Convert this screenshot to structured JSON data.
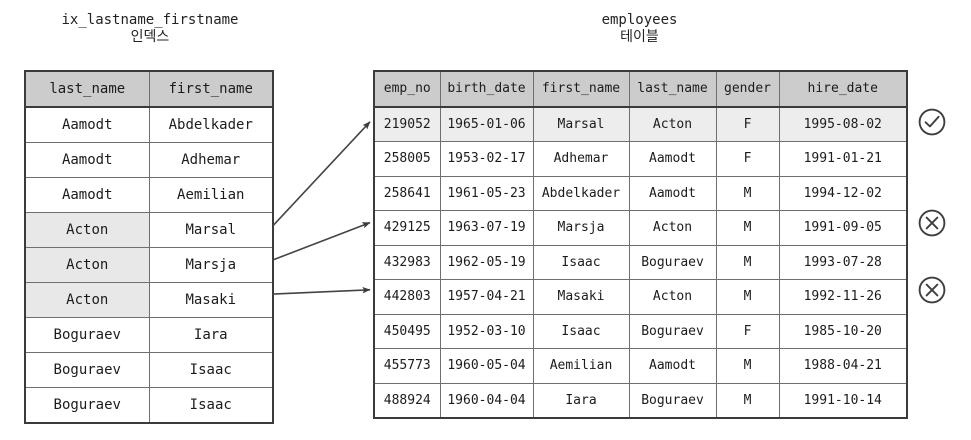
{
  "index_panel": {
    "caption_line1": "ix_lastname_firstname",
    "caption_line2": "인덱스",
    "columns": [
      "last_name",
      "first_name"
    ],
    "rows": [
      {
        "last_name": "Aamodt",
        "first_name": "Abdelkader",
        "highlight": false
      },
      {
        "last_name": "Aamodt",
        "first_name": "Adhemar",
        "highlight": false
      },
      {
        "last_name": "Aamodt",
        "first_name": "Aemilian",
        "highlight": false
      },
      {
        "last_name": "Acton",
        "first_name": "Marsal",
        "highlight": true
      },
      {
        "last_name": "Acton",
        "first_name": "Marsja",
        "highlight": true
      },
      {
        "last_name": "Acton",
        "first_name": "Masaki",
        "highlight": true
      },
      {
        "last_name": "Boguraev",
        "first_name": "Iara",
        "highlight": false
      },
      {
        "last_name": "Boguraev",
        "first_name": "Isaac",
        "highlight": false
      },
      {
        "last_name": "Boguraev",
        "first_name": "Isaac",
        "highlight": false
      }
    ]
  },
  "employees_panel": {
    "caption_line1": "employees",
    "caption_line2": "테이블",
    "columns": [
      "emp_no",
      "birth_date",
      "first_name",
      "last_name",
      "gender",
      "hire_date"
    ],
    "rows": [
      {
        "emp_no": "219052",
        "birth_date": "1965-01-06",
        "first_name": "Marsal",
        "last_name": "Acton",
        "gender": "F",
        "hire_date": "1995-08-02",
        "highlight": true
      },
      {
        "emp_no": "258005",
        "birth_date": "1953-02-17",
        "first_name": "Adhemar",
        "last_name": "Aamodt",
        "gender": "F",
        "hire_date": "1991-01-21",
        "highlight": false
      },
      {
        "emp_no": "258641",
        "birth_date": "1961-05-23",
        "first_name": "Abdelkader",
        "last_name": "Aamodt",
        "gender": "M",
        "hire_date": "1994-12-02",
        "highlight": false
      },
      {
        "emp_no": "429125",
        "birth_date": "1963-07-19",
        "first_name": "Marsja",
        "last_name": "Acton",
        "gender": "M",
        "hire_date": "1991-09-05",
        "highlight": false
      },
      {
        "emp_no": "432983",
        "birth_date": "1962-05-19",
        "first_name": "Isaac",
        "last_name": "Boguraev",
        "gender": "M",
        "hire_date": "1993-07-28",
        "highlight": false
      },
      {
        "emp_no": "442803",
        "birth_date": "1957-04-21",
        "first_name": "Masaki",
        "last_name": "Acton",
        "gender": "M",
        "hire_date": "1992-11-26",
        "highlight": false
      },
      {
        "emp_no": "450495",
        "birth_date": "1952-03-10",
        "first_name": "Isaac",
        "last_name": "Boguraev",
        "gender": "F",
        "hire_date": "1985-10-20",
        "highlight": false
      },
      {
        "emp_no": "455773",
        "birth_date": "1960-05-04",
        "first_name": "Aemilian",
        "last_name": "Aamodt",
        "gender": "M",
        "hire_date": "1988-04-21",
        "highlight": false
      },
      {
        "emp_no": "488924",
        "birth_date": "1960-04-04",
        "first_name": "Iara",
        "last_name": "Boguraev",
        "gender": "M",
        "hire_date": "1991-10-14",
        "highlight": false
      }
    ]
  },
  "status_icons": [
    {
      "name": "check-circle-icon",
      "glyph": "check",
      "row_index": 0
    },
    {
      "name": "cross-circle-icon",
      "glyph": "cross",
      "row_index": 3
    },
    {
      "name": "cross-circle-icon",
      "glyph": "cross",
      "row_index": 5
    }
  ],
  "arrows": [
    {
      "from_index_row": 3,
      "to_employee_row": 0
    },
    {
      "from_index_row": 4,
      "to_employee_row": 3
    },
    {
      "from_index_row": 5,
      "to_employee_row": 5
    }
  ],
  "colors": {
    "header_fill": "#cccccc",
    "highlight_fill": "#e8e8e8",
    "row_highlight_fill": "#ededed",
    "border_outer": "#3b3b3b",
    "border_inner": "#6f6f6f",
    "text": "#1c1c1c",
    "arrow": "#444444",
    "icon": "#3f3f3f"
  }
}
